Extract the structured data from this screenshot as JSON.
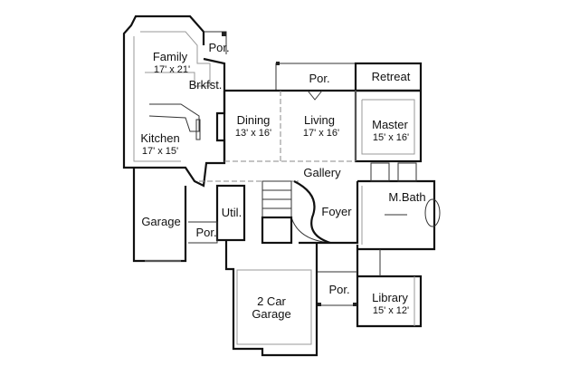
{
  "rooms": {
    "family": {
      "name": "Family",
      "size": "17' x 21'"
    },
    "porch_family": {
      "name": "Por."
    },
    "breakfast": {
      "name": "Brkfst."
    },
    "porch_rear": {
      "name": "Por."
    },
    "retreat": {
      "name": "Retreat"
    },
    "dining": {
      "name": "Dining",
      "size": "13' x 16'"
    },
    "living": {
      "name": "Living",
      "size": "17' x 16'"
    },
    "master": {
      "name": "Master",
      "size": "15' x 16'"
    },
    "kitchen": {
      "name": "Kitchen",
      "size": "17' x 15'"
    },
    "gallery": {
      "name": "Gallery"
    },
    "master_bath": {
      "name": "M.Bath"
    },
    "garage": {
      "name": "Garage"
    },
    "utility": {
      "name": "Util."
    },
    "porch_side": {
      "name": "Por."
    },
    "foyer": {
      "name": "Foyer"
    },
    "two_car_garage": {
      "name": "2 Car",
      "name2": "Garage"
    },
    "porch_front": {
      "name": "Por."
    },
    "library": {
      "name": "Library",
      "size": "15' x 12'"
    }
  }
}
